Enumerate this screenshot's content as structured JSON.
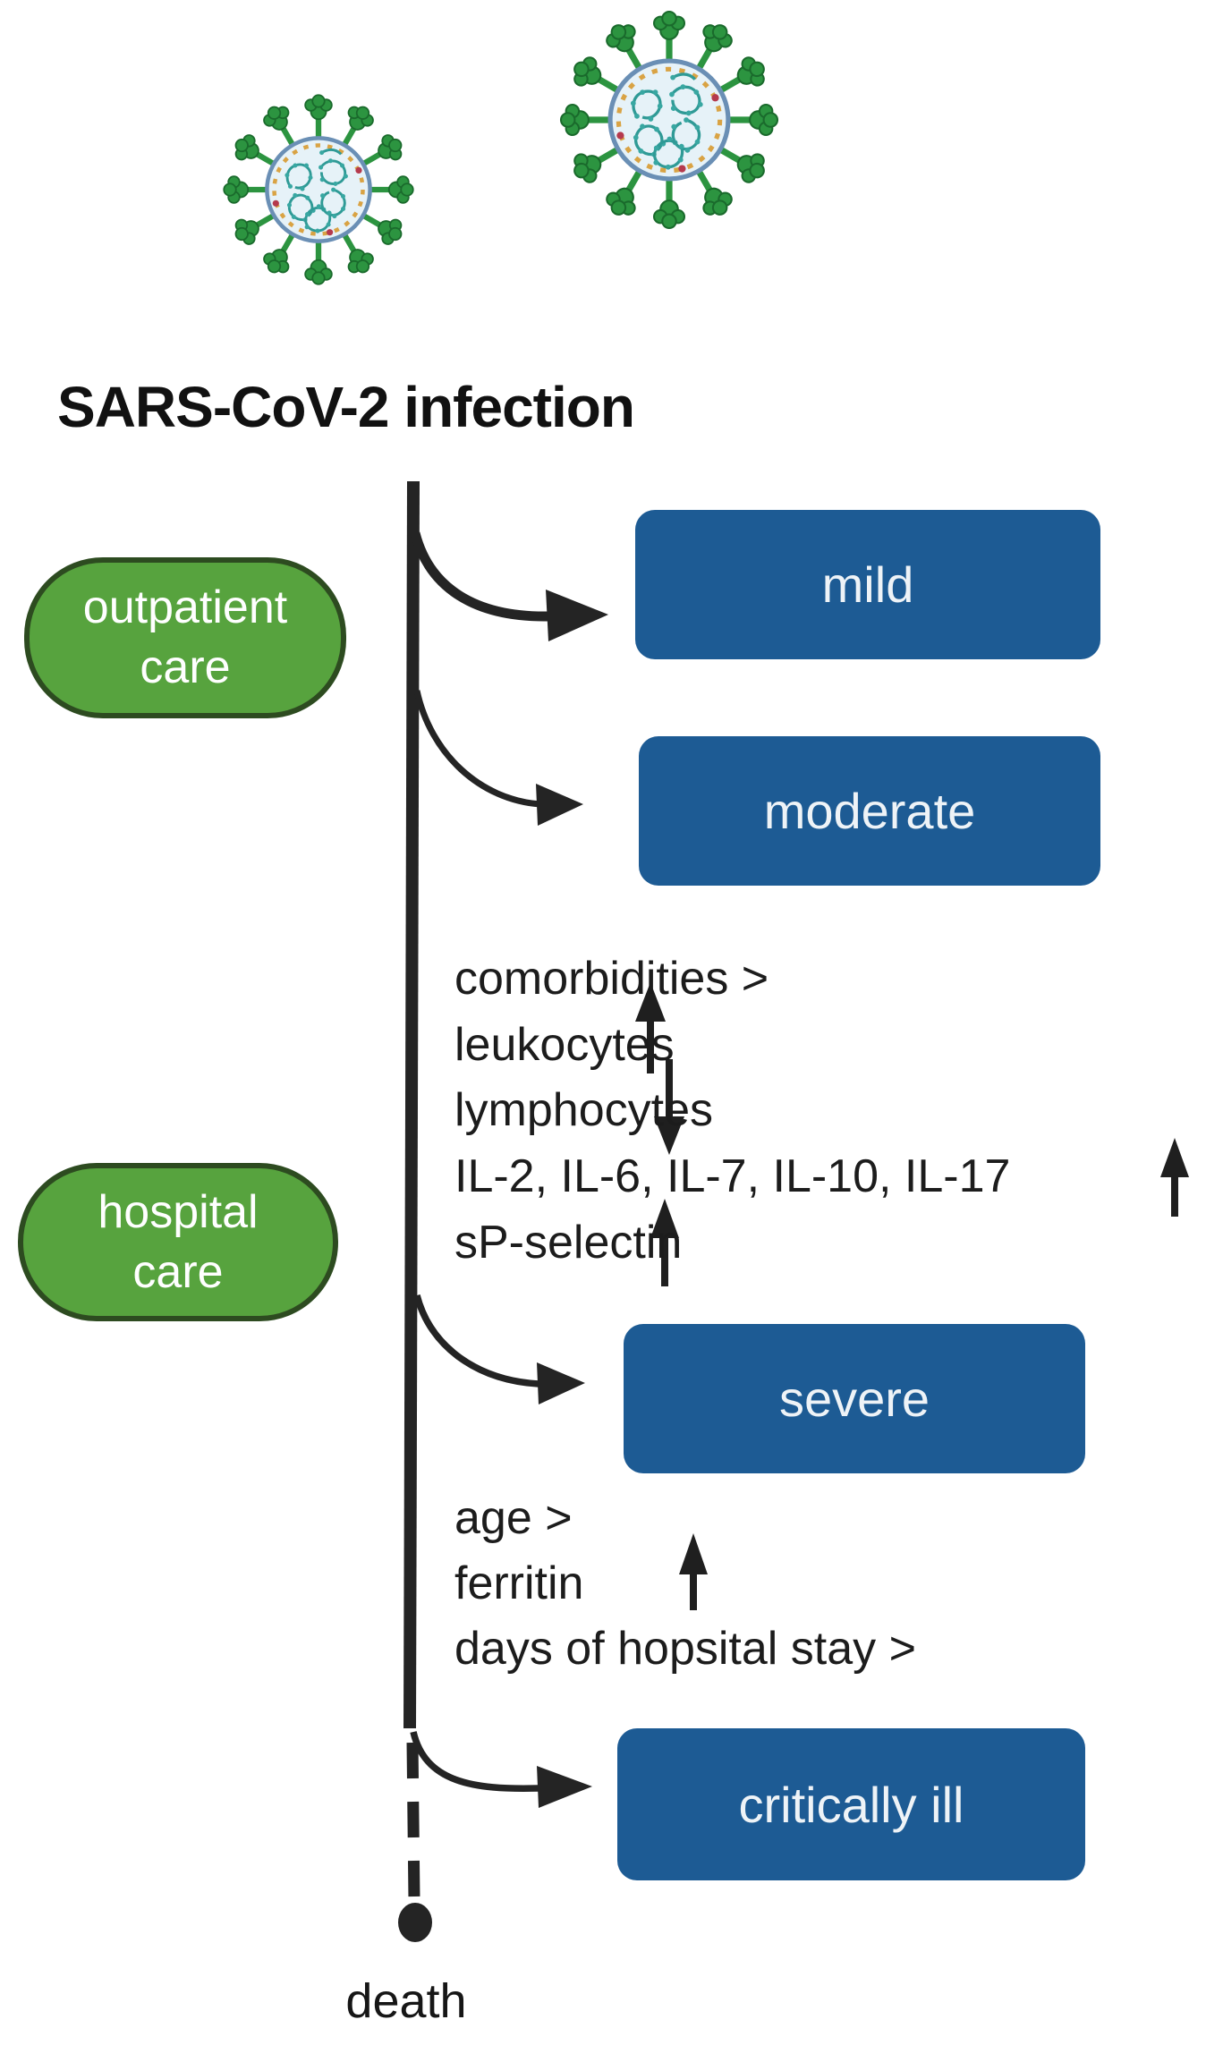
{
  "title": "SARS-CoV-2 infection",
  "care_stages": [
    {
      "id": "outpatient",
      "line1": "outpatient",
      "line2": "care"
    },
    {
      "id": "hospital",
      "line1": "hospital",
      "line2": "care"
    }
  ],
  "severity_boxes": [
    {
      "label": "mild"
    },
    {
      "label": "moderate"
    },
    {
      "label": "severe"
    },
    {
      "label": "critically ill"
    }
  ],
  "risk_factors_moderate_to_severe": [
    {
      "text": "comorbidities >",
      "arrow": "none"
    },
    {
      "text": "leukocytes",
      "arrow": "up"
    },
    {
      "text": "lymphocytes",
      "arrow": "down"
    },
    {
      "text": "IL-2, IL-6, IL-7, IL-10, IL-17",
      "arrow": "up"
    },
    {
      "text": "sP-selectin",
      "arrow": "up"
    }
  ],
  "risk_factors_severe_to_critical": [
    {
      "text": "age >",
      "arrow": "none"
    },
    {
      "text": "ferritin",
      "arrow": "up"
    },
    {
      "text": "days of hopsital stay >",
      "arrow": "none"
    }
  ],
  "timeline": {
    "death_label": "death"
  },
  "colors": {
    "severity_box_blue": "#1d5b94",
    "severity_text": "#eef3f7",
    "care_box_green": "#57a33e",
    "care_box_border": "#2d4b20",
    "line_black": "#242424",
    "virus_spike_green": "#2c9440",
    "virus_body_fill": "#e6f2f8",
    "virus_membrane_orange": "#d9a344",
    "virus_rna_teal": "#2f9a96"
  }
}
